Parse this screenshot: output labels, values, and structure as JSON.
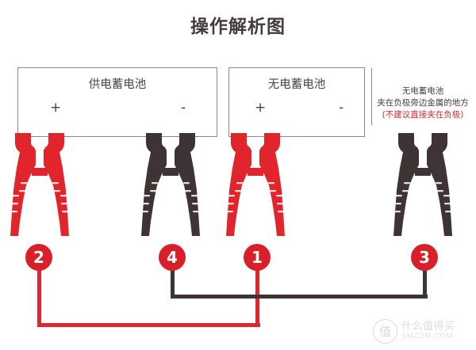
{
  "page": {
    "title": "操作解析图",
    "background": "#ffffff"
  },
  "colors": {
    "red": "#e0262c",
    "badge_red": "#d81f2a",
    "dark": "#3e3436",
    "text": "#4a4344",
    "border": "#8b8b8b",
    "warn": "#e8262c",
    "watermark": "#b9b9b9"
  },
  "boxes": [
    {
      "id": "supply-battery",
      "label": "供电蓄电池",
      "positive": "+",
      "negative": "-"
    },
    {
      "id": "dead-battery",
      "label": "无电蓄电池",
      "positive": "+",
      "negative": "-"
    }
  ],
  "annotation": {
    "line1": "无电蓄电池",
    "line2": "夹在负极旁边金属的地方",
    "line3": "(不建议直接夹在负极)"
  },
  "clamps": [
    {
      "id": "clamp-2",
      "color": "red",
      "icon": "alligator-clamp-icon"
    },
    {
      "id": "clamp-4",
      "color": "dark",
      "icon": "alligator-clamp-icon"
    },
    {
      "id": "clamp-1",
      "color": "red",
      "icon": "alligator-clamp-icon"
    },
    {
      "id": "clamp-3",
      "color": "dark",
      "icon": "alligator-clamp-icon"
    }
  ],
  "badges": [
    {
      "id": "badge-2",
      "number": "2",
      "wire": "red"
    },
    {
      "id": "badge-4",
      "number": "4",
      "wire": "black"
    },
    {
      "id": "badge-1",
      "number": "1",
      "wire": "red"
    },
    {
      "id": "badge-3",
      "number": "3",
      "wire": "black"
    }
  ],
  "wires": [
    {
      "id": "wire-red",
      "from": "2",
      "to": "1",
      "color": "#e0262c"
    },
    {
      "id": "wire-black",
      "from": "4",
      "to": "3",
      "color": "#3e3436"
    }
  ],
  "watermark": {
    "logo": "值",
    "cn": "什么值得买",
    "en": "SMZDM.COM"
  }
}
